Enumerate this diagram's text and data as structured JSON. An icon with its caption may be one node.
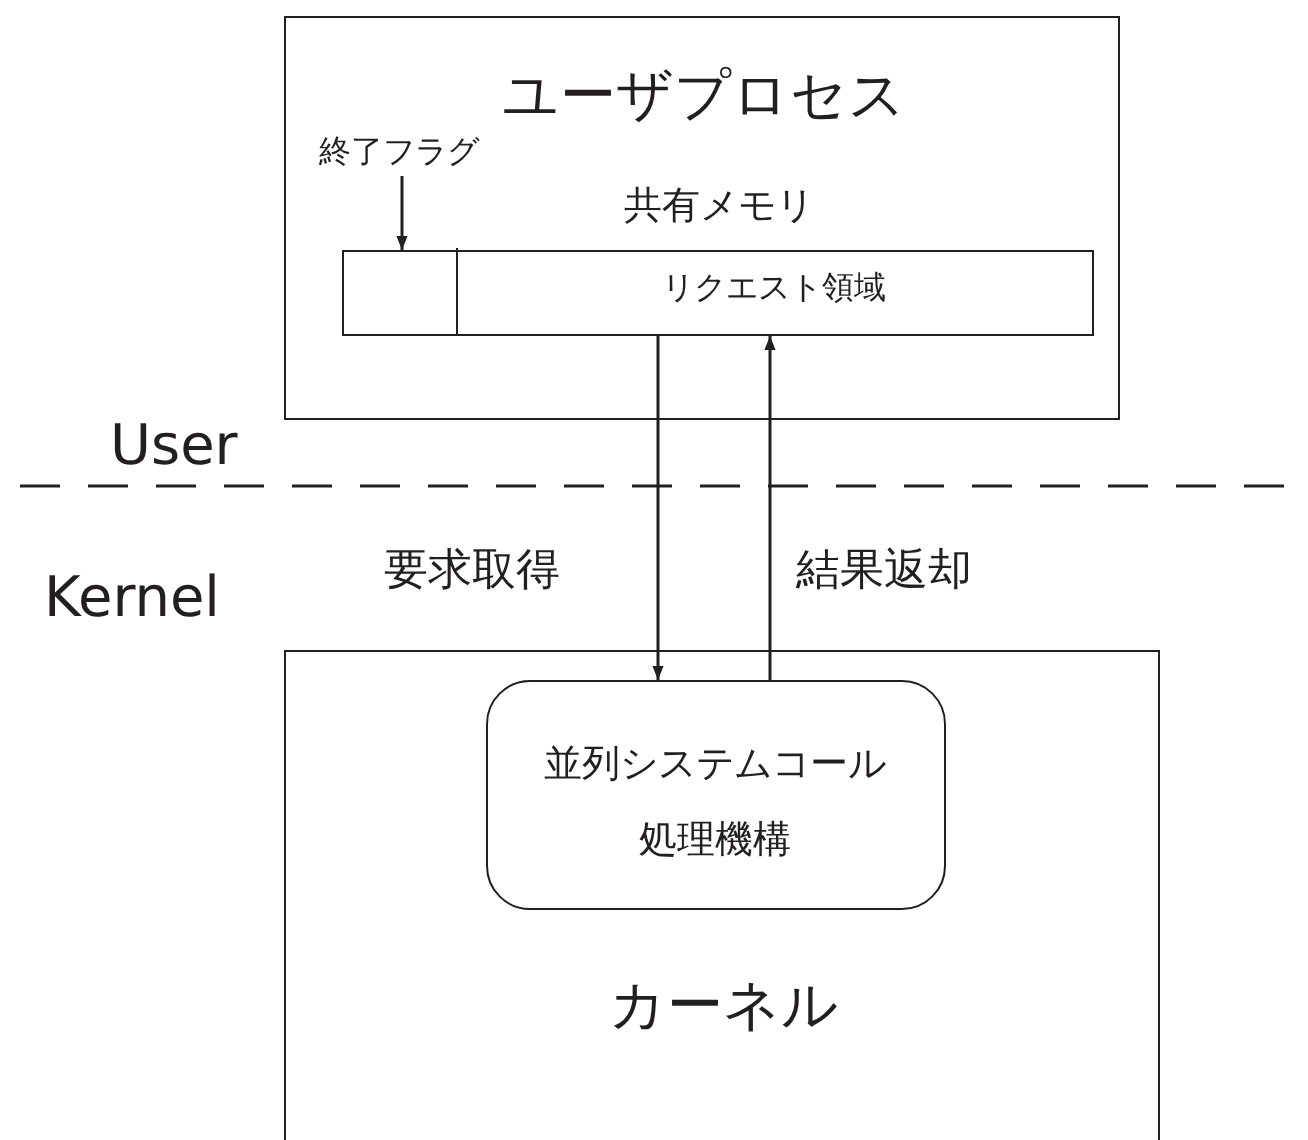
{
  "diagram": {
    "nodes": [
      {
        "text": [
          "ユーザプロセス"
        ]
      },
      {
        "text": [
          "共有メモリ"
        ],
        "in": 0
      },
      {
        "text": [],
        "shape": "box",
        "in": 1
      },
      {
        "text": [
          "リクエスト領域"
        ],
        "in": 1
      },
      {
        "text": [
          "終了フラグ"
        ],
        "in": 0
      },
      {
        "text": [
          "カーネル"
        ]
      },
      {
        "text": [
          "並列システムコール処理機構"
        ],
        "in": 5
      }
    ],
    "edges": [
      {
        "from": 4,
        "to": 2,
        "arrow": "to"
      },
      {
        "from": 3,
        "to": 6,
        "arrow": "to",
        "label": "要求取得"
      },
      {
        "from": 6,
        "to": 3,
        "arrow": "to",
        "label": "結果返却"
      }
    ],
    "labels": [
      "User",
      "Kernel"
    ]
  }
}
